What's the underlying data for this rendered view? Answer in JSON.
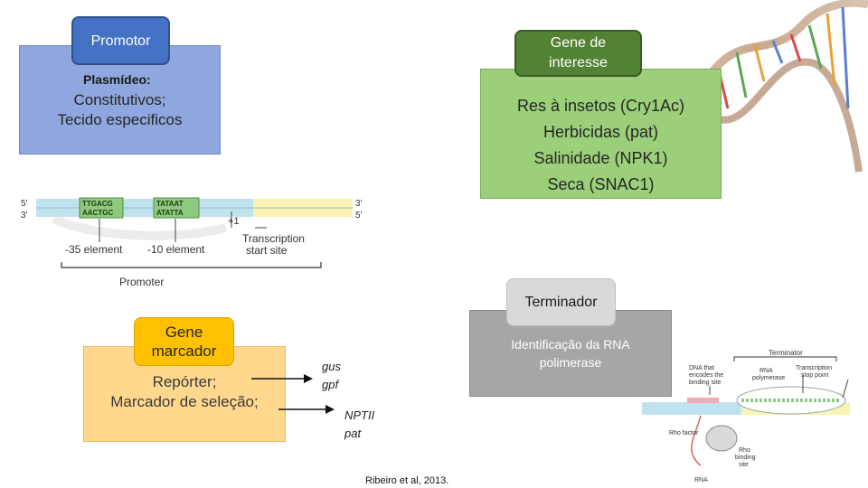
{
  "promotor": {
    "tag": "Promotor",
    "subtitle": "Plasmídeo:",
    "lines": [
      "Constitutivos;",
      "Tecido especificos"
    ]
  },
  "gene_interesse": {
    "tag_line1": "Gene de",
    "tag_line2": "interesse",
    "lines": [
      "Res à insetos (Cry1Ac)",
      "Herbicidas (pat)",
      "Salinidade (NPK1)",
      "Seca (SNAC1)"
    ]
  },
  "promoter_figure": {
    "strand5_top": "5'",
    "strand3_bottom": "3'",
    "strand3_top": "3'",
    "strand5_bottom": "5'",
    "box1_top": "TTGACG",
    "box1_bottom": "AACTGC",
    "box2_top": "TATAAT",
    "box2_bottom": "ATATTA",
    "plus_one": "+1",
    "label_35": "-35 element",
    "label_10": "-10 element",
    "transcription_line1": "Transcription",
    "transcription_line2": "start site",
    "promoter_label": "Promoter"
  },
  "terminador": {
    "tag": "Terminador",
    "lines": [
      "Identificação da RNA",
      "polimerase"
    ]
  },
  "gene_marcador": {
    "tag_line1": "Gene",
    "tag_line2": "marcador",
    "lines": [
      "Repórter;",
      "Marcador de seleção;"
    ]
  },
  "arrows": {
    "reporter_1": "gus",
    "reporter_2": "gpf",
    "selection_1": "NPTII",
    "selection_2": "pat"
  },
  "terminator_figure": {
    "title": "Terminator",
    "rna_pol_1": "RNA",
    "rna_pol_2": "polymerase",
    "dna_encodes_1": "DNA that",
    "dna_encodes_2": "encodes the",
    "dna_encodes_3": "binding site",
    "stop_1": "Transcription",
    "stop_2": "stop point",
    "rho_factor": "Rho factor",
    "rho_site_1": "Rho",
    "rho_site_2": "binding",
    "rho_site_3": "site",
    "rna": "RNA"
  },
  "citation": "Ribeiro et al, 2013.",
  "colors": {
    "promotor_bg": "#8fa7de",
    "pill_blue": "#4472c4",
    "gene_bg": "#9bcf7a",
    "gene_pill": "#548235",
    "terminador_bg": "#a6a6a6",
    "terminador_pill": "#d9d9d9",
    "marcador_bg": "#ffd88e",
    "marcador_pill": "#ffc000"
  }
}
